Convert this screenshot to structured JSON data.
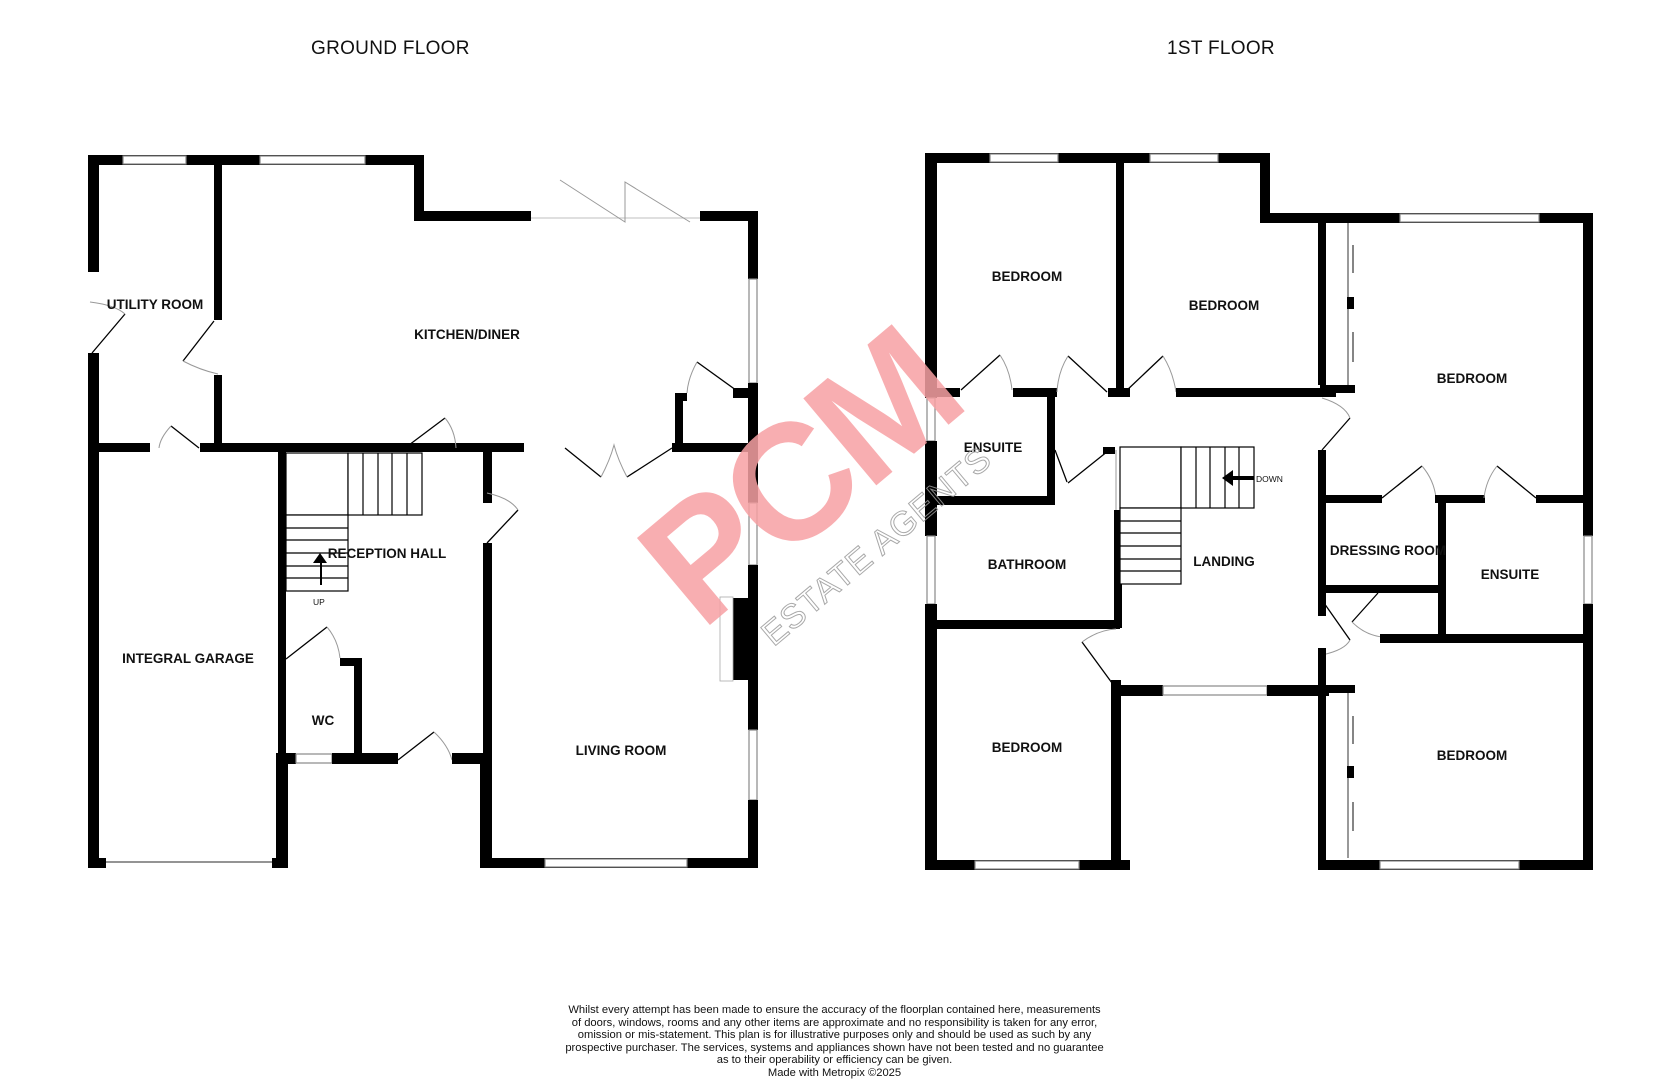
{
  "floors": [
    {
      "title": "GROUND FLOOR",
      "rooms": [
        {
          "name": "UTILITY ROOM"
        },
        {
          "name": "KITCHEN/DINER"
        },
        {
          "name": "RECEPTION HALL"
        },
        {
          "name": "INTEGRAL GARAGE"
        },
        {
          "name": "WC"
        },
        {
          "name": "LIVING ROOM"
        }
      ],
      "stairs_label": "UP"
    },
    {
      "title": "1ST FLOOR",
      "rooms": [
        {
          "name": "BEDROOM"
        },
        {
          "name": "BEDROOM"
        },
        {
          "name": "BEDROOM"
        },
        {
          "name": "ENSUITE"
        },
        {
          "name": "BATHROOM"
        },
        {
          "name": "LANDING"
        },
        {
          "name": "DRESSING ROOM"
        },
        {
          "name": "ENSUITE"
        },
        {
          "name": "BEDROOM"
        },
        {
          "name": "BEDROOM"
        }
      ],
      "stairs_label": "DOWN"
    }
  ],
  "watermark": {
    "brand": "PCM",
    "subtitle": "ESTATE AGENTS",
    "brand_color": "#f7a1a4",
    "subtitle_color": "#9a9a9a"
  },
  "disclaimer": {
    "lines": [
      "Whilst every attempt has been made to ensure the accuracy of the floorplan contained here, measurements",
      "of doors, windows, rooms and any other items are approximate and no responsibility is taken for any error,",
      "omission or mis-statement. This plan is for illustrative purposes only and should be used as such by any",
      "prospective purchaser. The services, systems and appliances shown have not been tested and no guarantee",
      "as to their operability or efficiency can be given.",
      "Made with Metropix ©2025"
    ]
  }
}
